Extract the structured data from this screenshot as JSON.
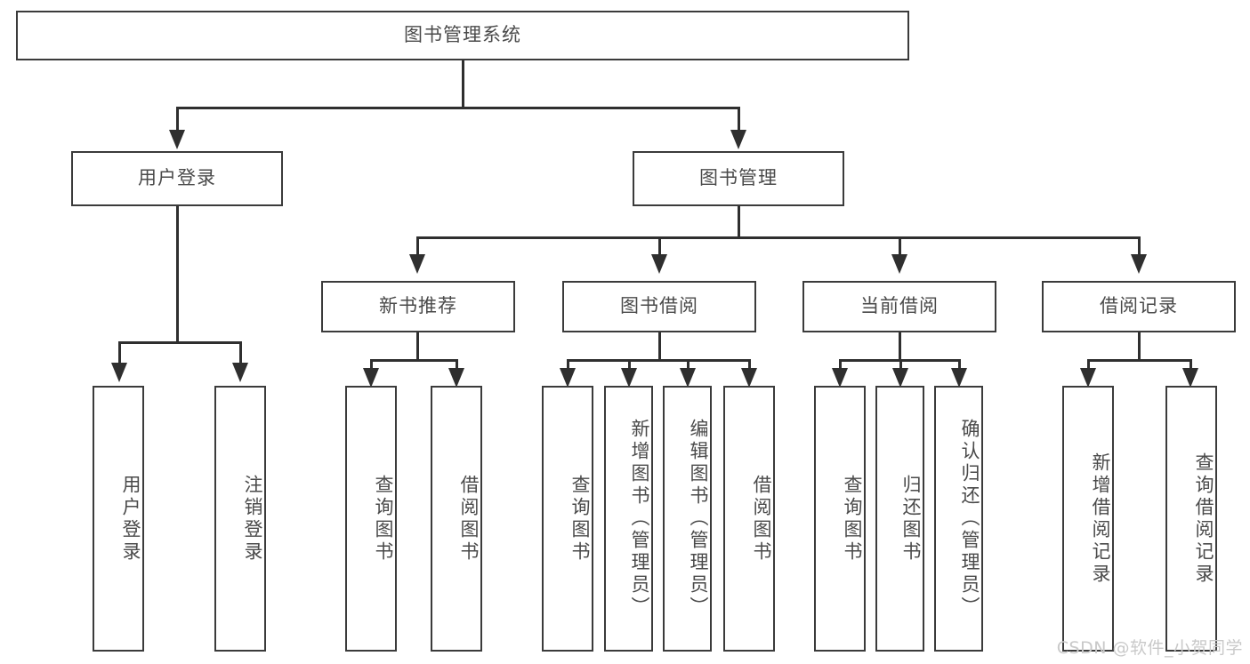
{
  "diagram": {
    "title": "图书管理系统",
    "type": "tree",
    "watermark": "CSDN @软件_小贺同学",
    "colors": {
      "box_border": "#3b3b3b",
      "connector": "#2f2f2f",
      "text": "#4a4a4a",
      "background": "#ffffff",
      "watermark": "#c9c9c9"
    },
    "nodes": {
      "root": {
        "label": "图书管理系统",
        "level": 1,
        "orientation": "horizontal"
      },
      "user_login": {
        "label": "用户登录",
        "level": 2,
        "orientation": "horizontal"
      },
      "book_manage": {
        "label": "图书管理",
        "level": 2,
        "orientation": "horizontal"
      },
      "new_book_rec": {
        "label": "新书推荐",
        "level": 3,
        "orientation": "horizontal"
      },
      "book_borrow": {
        "label": "图书借阅",
        "level": 3,
        "orientation": "horizontal"
      },
      "current_borrow": {
        "label": "当前借阅",
        "level": 3,
        "orientation": "horizontal"
      },
      "borrow_record": {
        "label": "借阅记录",
        "level": 3,
        "orientation": "horizontal"
      },
      "leaf_user_login": {
        "label": "用户登录",
        "level": 4,
        "orientation": "vertical"
      },
      "leaf_logout": {
        "label": "注销登录",
        "level": 4,
        "orientation": "vertical"
      },
      "leaf_query_book_1": {
        "label": "查询图书",
        "level": 4,
        "orientation": "vertical"
      },
      "leaf_borrow_book_1": {
        "label": "借阅图书",
        "level": 4,
        "orientation": "vertical"
      },
      "leaf_query_book_2": {
        "label": "查询图书",
        "level": 4,
        "orientation": "vertical"
      },
      "leaf_add_book": {
        "label": "新增图书（管理员）",
        "level": 4,
        "orientation": "vertical"
      },
      "leaf_edit_book": {
        "label": "编辑图书（管理员）",
        "level": 4,
        "orientation": "vertical"
      },
      "leaf_borrow_book_2": {
        "label": "借阅图书",
        "level": 4,
        "orientation": "vertical"
      },
      "leaf_query_book_3": {
        "label": "查询图书",
        "level": 4,
        "orientation": "vertical"
      },
      "leaf_return_book": {
        "label": "归还图书",
        "level": 4,
        "orientation": "vertical"
      },
      "leaf_confirm_return": {
        "label": "确认归还（管理员）",
        "level": 4,
        "orientation": "vertical"
      },
      "leaf_add_record": {
        "label": "新增借阅记录",
        "level": 4,
        "orientation": "vertical"
      },
      "leaf_query_record": {
        "label": "查询借阅记录",
        "level": 4,
        "orientation": "vertical"
      }
    },
    "edges": [
      {
        "from": "root",
        "to": "user_login"
      },
      {
        "from": "root",
        "to": "book_manage"
      },
      {
        "from": "user_login",
        "to": "leaf_user_login"
      },
      {
        "from": "user_login",
        "to": "leaf_logout"
      },
      {
        "from": "book_manage",
        "to": "new_book_rec"
      },
      {
        "from": "book_manage",
        "to": "book_borrow"
      },
      {
        "from": "book_manage",
        "to": "current_borrow"
      },
      {
        "from": "book_manage",
        "to": "borrow_record"
      },
      {
        "from": "new_book_rec",
        "to": "leaf_query_book_1"
      },
      {
        "from": "new_book_rec",
        "to": "leaf_borrow_book_1"
      },
      {
        "from": "book_borrow",
        "to": "leaf_query_book_2"
      },
      {
        "from": "book_borrow",
        "to": "leaf_add_book"
      },
      {
        "from": "book_borrow",
        "to": "leaf_edit_book"
      },
      {
        "from": "book_borrow",
        "to": "leaf_borrow_book_2"
      },
      {
        "from": "current_borrow",
        "to": "leaf_query_book_3"
      },
      {
        "from": "current_borrow",
        "to": "leaf_return_book"
      },
      {
        "from": "current_borrow",
        "to": "leaf_confirm_return"
      },
      {
        "from": "borrow_record",
        "to": "leaf_add_record"
      },
      {
        "from": "borrow_record",
        "to": "leaf_query_record"
      }
    ]
  }
}
